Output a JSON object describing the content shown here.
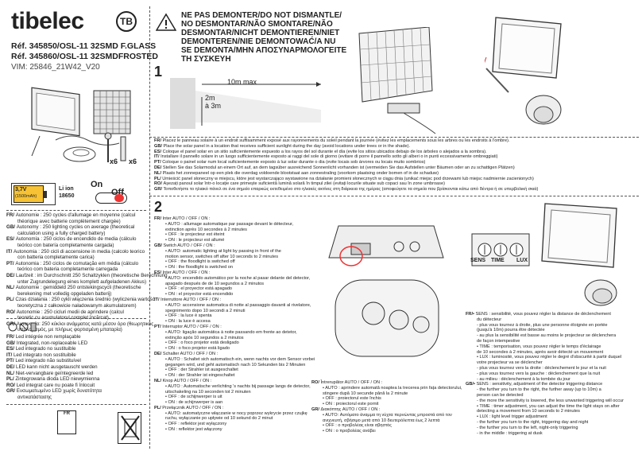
{
  "brand": "tibelec",
  "refs": [
    "Réf. 345850/OSL-11 32SMD F.GLASS",
    "Réf. 345860/OSL-11 32SMDFROSTED"
  ],
  "vim": "VIM: 25846_21W42_V20",
  "warning_title": [
    "NE PAS DEMONTER/DO NOT DISMANTLE/",
    "NO DESMONTAR/NÃO SMONTARE/NÃO",
    "DESMONTAR/NICHT DEMONTIEREN/NIET",
    "DEMONTEREN/NIE DEMONTOWAĆ/A NU",
    "SE DEMONTA/ΜΗΝ ΑΠΟΣΥΝΑΡΜΟΛΟΓΕΙΤΕ",
    "ΤΗ ΣΥΣΚΕΥΗ"
  ],
  "step1": "1",
  "step2": "2",
  "dist_max": "10m max",
  "height_range": [
    "2m",
    "à 3m"
  ],
  "x6a": "x6",
  "x6b": "x6",
  "battery": {
    "v": "3,7V",
    "cap": "(1500mAh)",
    "type": "Li ion",
    "size": "18650"
  },
  "onoff": {
    "on": "On",
    "off": "Off"
  },
  "knobs": {
    "sens": "SENS",
    "time": "TIME",
    "lux": "LUX"
  },
  "battery_lines": [
    [
      "FR/",
      "Autonomie : 250 cycles d'allumage en moyenne (calcul"
    ],
    [
      "",
      "théorique avec batterie complètement chargée)"
    ],
    [
      "GB/",
      "Autonomy : 250 lighting cycles on average (theoretical"
    ],
    [
      "",
      "calculation using a fully charged battery)"
    ],
    [
      "ES/",
      "Autonomía : 250 ciclos de encendido de media (cálculo"
    ],
    [
      "",
      "teórico con batería completamente cargada)"
    ],
    [
      "IT/",
      "Autonomia : 250 cicli di accensione in media (calcolo teorico"
    ],
    [
      "",
      "con batteria completamente carica)"
    ],
    [
      "PT/",
      "Autonomia : 250 ciclos de comutação em média (cálculo"
    ],
    [
      "",
      "teórico com bateria completamente carregada"
    ],
    [
      "DE/",
      "Laufzeit : im Durchschnitt 250 Schaltzyklen (theoretische Berechnung"
    ],
    [
      "",
      "unter Zugrundelegung eines komplett aufgeladenen Akkus)"
    ],
    [
      "NL/",
      "Autonomie : gemiddeld 250 ontstekingscycli (theoretische"
    ],
    [
      "",
      "berekening met volledig opgeladen batterij)"
    ],
    [
      "PL/",
      "Czas działania : 250 cykli włączenia średnio (wyliczenia wartość"
    ],
    [
      "",
      "teoretyczna z całkowicie naładowanym akumulatorem)"
    ],
    [
      "RO/",
      "Autonomie : 250 cicluri medii de aprindere (calcul"
    ],
    [
      "",
      "teoretic cu acumulatorul complet încărcat)"
    ],
    [
      "GR/",
      "Αυτονομία: 250 κύκλοι ανάμματος κατά μέσον όρο (θεωρητικός"
    ],
    [
      "",
      "υπολογισμός, με πλήρως φορτισμένη μπαταρία)"
    ]
  ],
  "led_lines": [
    [
      "FR/",
      "Led intégrée non remplaçable"
    ],
    [
      "GB/",
      "Integrated, non-replaceable LED"
    ],
    [
      "ES/",
      "Led integrado no sustituible"
    ],
    [
      "IT/",
      "Led integrato non sostituibile"
    ],
    [
      "PT/",
      "Led integrado não substituível"
    ],
    [
      "DE/",
      "LED kann nicht ausgetauscht werden"
    ],
    [
      "NL/",
      "Niet-vervangbare geïntegreerde led"
    ],
    [
      "PL/",
      "Zintegrowana dioda LED niewymienna"
    ],
    [
      "RO/",
      "Led integrat care nu poate fi înlocuit"
    ],
    [
      "GR/",
      "Ενσωματωμένο LED χωρίς δυνατότητα"
    ],
    [
      "",
      "αντικατάστασης"
    ]
  ],
  "place_lines": [
    [
      "FR/",
      "Placez le panneau solaire à un endroit suffisamment exposé aux rayonnements du soleil pendant la journée (évitez les emplacements sous les arbres ou les endroits à l'ombre)."
    ],
    [
      "GB/",
      "Place the solar panel in a location that receives sufficient sunlight during the day (avoid locations under trees or in the shade)."
    ],
    [
      "ES/",
      "Coloque el panel solar en un sitio suficientemente expuesto a los rayos del sol durante el día (evite los sitios ubicados debajo de los árboles o alejados a la sombra)."
    ],
    [
      "IT/",
      "Installare il pannello solare in un luogo sufficientemente esposto ai raggi del sole di giorno (evitare di porre il pannello sotto gli alberi o in punti eccessivamente ombreggiati)"
    ],
    [
      "PT/",
      "Coloque o painel solar num local suficientemente exposto à luz solar durante o dia (evite locais sob árvores ou locais muito sombrios)"
    ],
    [
      "DE/",
      "Stellen Sie das Solarmodul an einem Ort auf, an dem tagsüber ausreichend Sonnenlicht vorhanden ist (vermeiden Sie das Aufstellen unter Bäumen oder an zu schattigen Plätzen)"
    ],
    [
      "NL/",
      "Plaats het zonnepaneel op een plek die overdag voldoende blootstaat aan zonnestraling (voorkom plaatsing onder bomen of in de schaduw)"
    ],
    [
      "PL/",
      "Umieścić panel słoneczny w miejscu, które jest wystarczająco wystawione na działanie promieni słonecznych w ciągu dnia (unikać miejsc pod drzewami lub miejsc nadmiernie zacienionych)"
    ],
    [
      "RO/",
      "Așezați panoul solar într-o locație care primește suficientă lumină solară în timpul zilei (evitați locurile situate sub copaci sau în zone umbroase)"
    ],
    [
      "GR/",
      "Τοποθετήστε το ηλιακό πάνελ σε ένα σημείο επαρκώς εκτεθειμένο στο ηλιακές ακτίνες στη διάρκεια της ημέρας (αποφεύγετε τα σημεία που βρίσκονται κάτω από δέντρα ή σε υπερβολική σκιά)"
    ]
  ],
  "mode_lines": [
    [
      "FR/",
      "Inter AUTO / OFF / ON :"
    ],
    [
      "",
      "• AUTO : allumage automatique par passage devant le détecteur,"
    ],
    [
      "",
      "extinction après 10 secondes à 2 minutes"
    ],
    [
      "",
      "• OFF : le projecteur est éteint"
    ],
    [
      "",
      "• ON : le projecteur est allumé"
    ],
    [
      "GB/",
      "Switch AUTO / OFF / ON :"
    ],
    [
      "",
      "• AUTO: automatic lighting at light by passing in front of the"
    ],
    [
      "",
      "motion sensor, switches off after 10 seconds to 2 minutes"
    ],
    [
      "",
      "• OFF : the floodlight is switched off"
    ],
    [
      "",
      "• ON : the floodlight is switched on"
    ],
    [
      "ES/",
      "Inter AUTO / OFF / ON :"
    ],
    [
      "",
      "• AUTO: encendido automático por la noche al pasar delante del detector,"
    ],
    [
      "",
      "apagado después de de 10 segundos a 2 minutos"
    ],
    [
      "",
      "• OFF : el proyector está apagado"
    ],
    [
      "",
      "• ON : el proyector está encendido"
    ],
    [
      "IT/",
      "Interruttore AUTO / OFF / ON :"
    ],
    [
      "",
      "• AUTO: accensione automatica di notte al passaggio davanti al rivelatore,"
    ],
    [
      "",
      "spegnimento dopo 10 secondi a 2 minuti"
    ],
    [
      "",
      "• OFF : la luce è spenta"
    ],
    [
      "",
      "• ON : la luce è accesa"
    ],
    [
      "PT/",
      "Interruptor AUTO / OFF / ON :"
    ],
    [
      "",
      "• AUTO: ligação automática à noite passando em frente ao detetor,"
    ],
    [
      "",
      "extinção após 10 segundos a 2 minutos"
    ],
    [
      "",
      "• OFF : o foco projetor está desligado"
    ],
    [
      "",
      "• ON : o foco projetor está ligado"
    ],
    [
      "DE/",
      "Schalter AUTO / OFF / ON :"
    ],
    [
      "",
      "• AUTO : Schaltet sich automatisch ein, wenn nachts vor dem Sensor vorbei"
    ],
    [
      "",
      "gegangen wird, und geht automatisch nach 10 Sekunden bis 2 Minuten"
    ],
    [
      "",
      "• OFF : der Strahler ist ausgeschaltet"
    ],
    [
      "",
      "• ON : der Strahler ist eingeschaltet"
    ],
    [
      "NL/",
      "Knop AUTO / OFF / ON :"
    ],
    [
      "",
      "• AUTO : Automatische verlichting 's nachts bij passage langs de detector,"
    ],
    [
      "",
      "uitschakeling na 10 seconden tot 2 minuten"
    ],
    [
      "",
      "• OFF : de schijnwerper is uit"
    ],
    [
      "",
      "• ON : de schijnwerper is aan"
    ],
    [
      "PL/",
      "Przełącznik AUTO / OFF / ON :"
    ],
    [
      "",
      "• AUTO: automatyczne włączanie w nocy poprzez wykrycie przez czujkę"
    ],
    [
      "",
      "ruchu, wyłączanie po upływie od 10 sekund do 2 minut"
    ],
    [
      "",
      "• OFF : reflektor jest wyłączony"
    ],
    [
      "",
      "• ON : reflektor jest włączony"
    ]
  ],
  "mode_lines_b": [
    [
      "RO/",
      "Întrerupător AUTO / OFF / ON :"
    ],
    [
      "",
      "• AUTO : aprindere automată noaptea la trecerea prin fața detectorului,"
    ],
    [
      "",
      "stingere după 10 secunde până la 2 minute"
    ],
    [
      "",
      "• OFF : proiectorul este închis"
    ],
    [
      "",
      "• ON : proiectorul este pornit"
    ],
    [
      "GR/",
      "Διακόπτης AUTO / OFF / ON :"
    ],
    [
      "",
      "• AUTO: Αυτόματο άναμμα τη νύχτα περνώντας μπροστά από τον"
    ],
    [
      "",
      "ανιχνευτή, σβήσιμο μετά από 10 δευτερόλεπτα έως 2 λεπτά"
    ],
    [
      "",
      "• OFF : ο προβολέας είναι σβηστός"
    ],
    [
      "",
      "• ON : ο προβολέας ανάβει"
    ]
  ],
  "sens_lines": [
    [
      "FR/•",
      "SENS : sensibilité, vous pouvez régler la distance de déclenchement"
    ],
    [
      "",
      "du détecteur"
    ],
    [
      "",
      "- plus vous tournez à droite, plus une personne éloignée en portée"
    ],
    [
      "",
      "(jusqu'à 10m) pourra être détectée"
    ],
    [
      "",
      "- au plus la sensibilité est basse au moins le projecteur se déclenchera"
    ],
    [
      "",
      "de façon intempestive"
    ],
    [
      "",
      "• TIME : temporisation, vous pouvez régler le temps d'éclairage"
    ],
    [
      "",
      "de 10 secondes à 2 minutes, après avoir détecté un mouvement"
    ],
    [
      "",
      "• LUX : luminosité, vous pouvez régler le degré d'obscurité à partir duquel"
    ],
    [
      "",
      "votre projecteur va se déclencher"
    ],
    [
      "",
      "- plus vous tournez vers la droite : déclenchement le jour et la nuit"
    ],
    [
      "",
      "- plus vous tournez vers la gauche : déclenchement que la nuit"
    ],
    [
      "",
      "- au milieu : déclenchement à la tombée du jour"
    ],
    [
      "GB/•",
      "SENS : sensitivity, adjustment of the detector triggering distance"
    ],
    [
      "",
      "- the further you turn to the right, the further away (up to 10m) a"
    ],
    [
      "",
      "person can be detected"
    ],
    [
      "",
      "- the more the sensitivity is lowered, the less unwanted triggering will occur"
    ],
    [
      "",
      "• TIME : timer adjustment, you can adjust the time the light stays on after"
    ],
    [
      "",
      "detecting a movement from 10 seconds to 2 minutes"
    ],
    [
      "",
      "• LUX : light level trigger adjustment"
    ],
    [
      "",
      "- the further you turn to the right, triggering day and night"
    ],
    [
      "",
      "- the further you turn to the left, night-only triggering"
    ],
    [
      "",
      "- in the middle : triggering at dusk"
    ]
  ]
}
